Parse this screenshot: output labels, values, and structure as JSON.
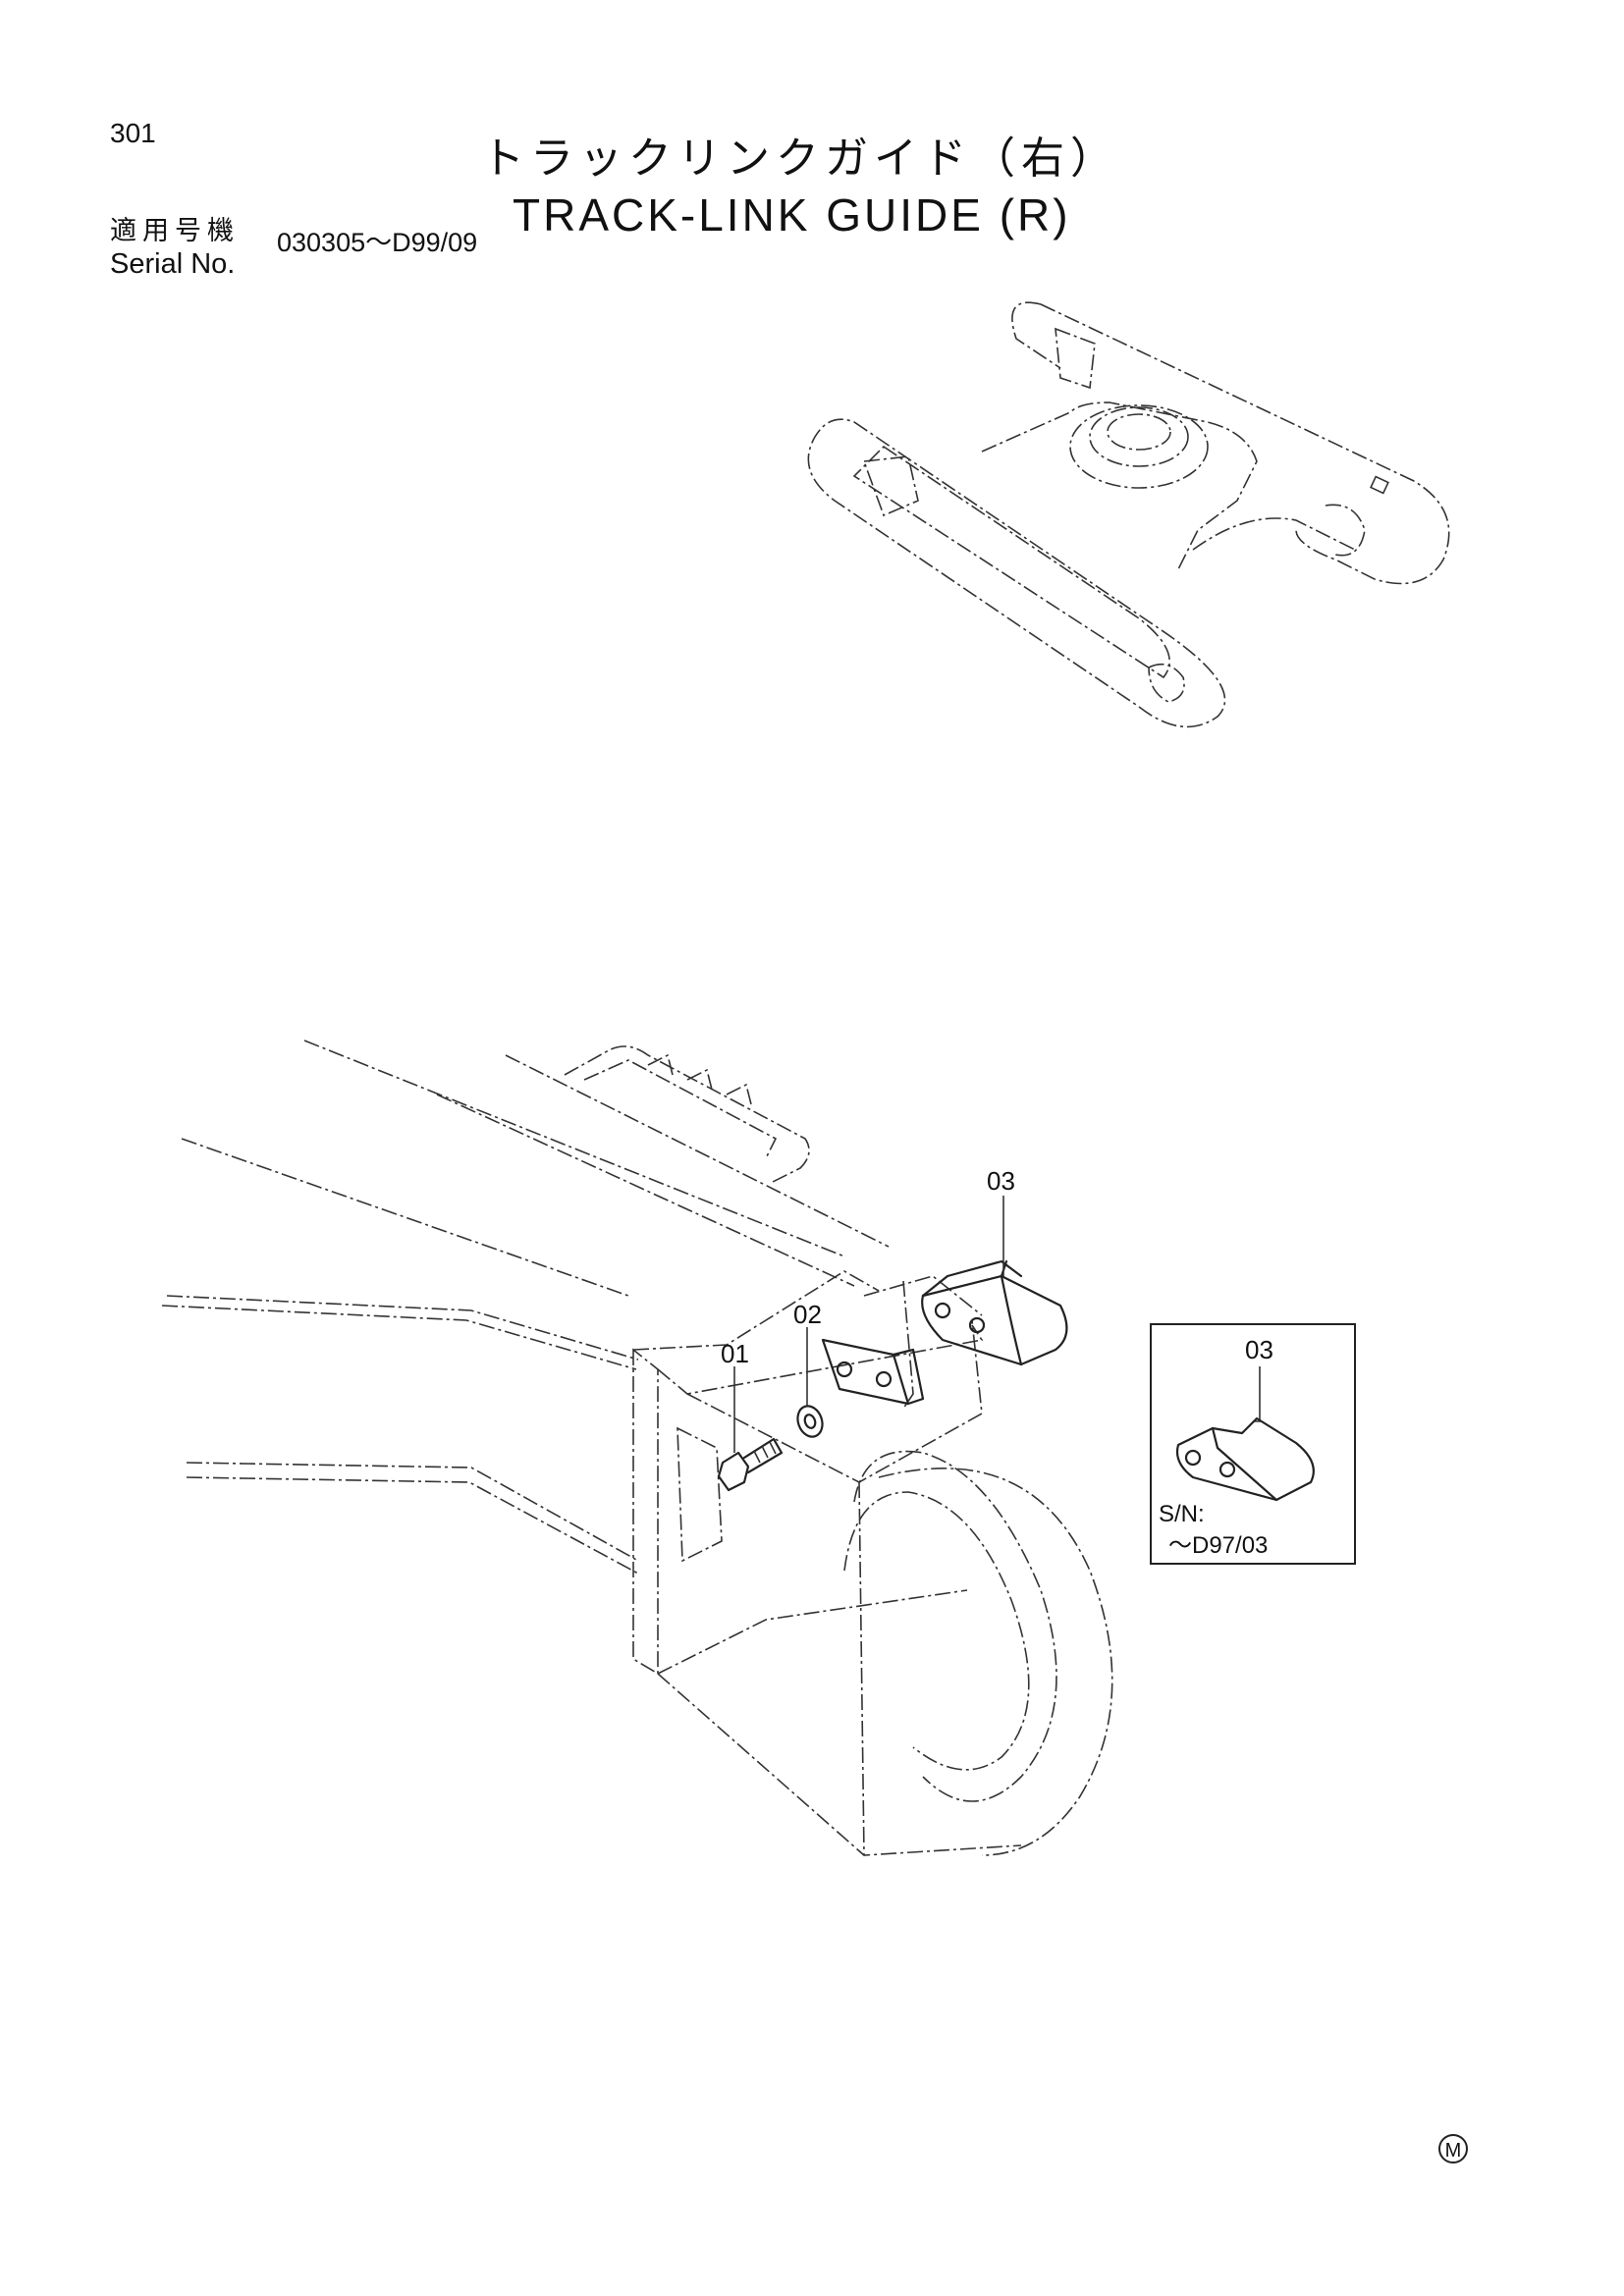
{
  "header": {
    "page_number": "301",
    "title_ja": "トラックリンクガイド（右）",
    "title_en": "TRACK-LINK GUIDE (R)",
    "serial_label_ja": "適用号機",
    "serial_label_en": "Serial No.",
    "serial_range": "030305～D99/09"
  },
  "callouts": {
    "part_01": "01",
    "part_02": "02",
    "part_03": "03"
  },
  "inset": {
    "part_label": "03",
    "sn_label": "S/N:",
    "sn_value": "～D97/03"
  },
  "footer": {
    "mark": "M"
  }
}
